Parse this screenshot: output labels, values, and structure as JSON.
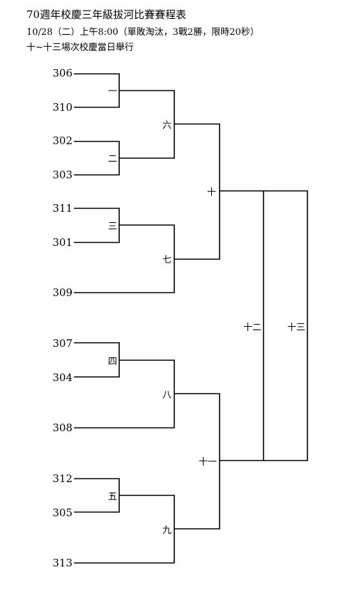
{
  "header": {
    "title": "70週年校慶三年級拔河比賽賽程表",
    "subtitle": "10/28（二）上午8:00（單敗淘汰，3戰2勝，限時20秒）",
    "note": "十~十三場次校慶當日舉行"
  },
  "bracket": {
    "teams": [
      "306",
      "310",
      "302",
      "303",
      "311",
      "301",
      "309",
      "307",
      "304",
      "308",
      "312",
      "305",
      "313"
    ],
    "matches": [
      "一",
      "二",
      "三",
      "四",
      "五",
      "六",
      "七",
      "八",
      "九",
      "十",
      "十一",
      "十二",
      "十三"
    ],
    "line_color": "#000000"
  }
}
